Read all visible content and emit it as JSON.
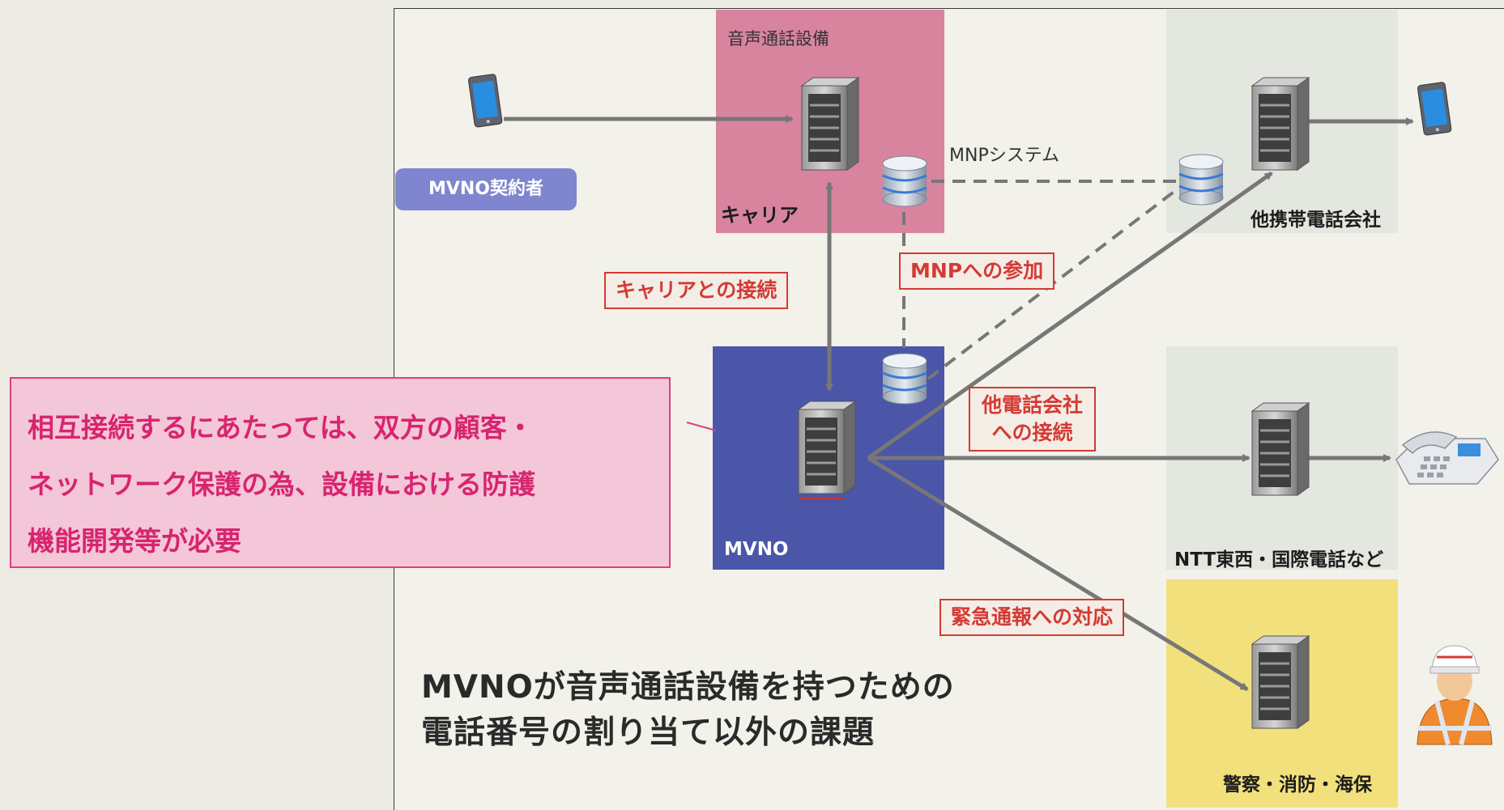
{
  "regions": {
    "carrier": {
      "caption": "音声通話設備",
      "label": "キャリア"
    },
    "mvno": {
      "label": "MVNO"
    },
    "mobile": {
      "label": "他携帯電話会社"
    },
    "ntt": {
      "label": "NTT東西・国際電話など"
    },
    "emergency": {
      "label": "警察・消防・海保"
    }
  },
  "subscriber_label": "MVNO契約者",
  "mnp_system_label": "MNPシステム",
  "red_labels": {
    "carrier_connection": "キャリアとの接続",
    "mnp_participation": "MNPへの参加",
    "other_carrier_line1": "他電話会社",
    "other_carrier_line2": "への接続",
    "emergency_response": "緊急通報への対応"
  },
  "callout": {
    "line1": "相互接続するにあたっては、双方の顧客・",
    "line2": "ネットワーク保護の為、設備における防護",
    "line3": "機能開発等が必要"
  },
  "title": {
    "line1": "MVNOが音声通話設備を持つための",
    "line2": "電話番号の割り当て以外の課題"
  },
  "icons": {
    "subscriber_phone": "smartphone-icon",
    "recipient_phone": "smartphone-icon",
    "servers": "server-rack-icon",
    "mnp_db": "database-icon",
    "landline": "desk-phone-icon",
    "responder": "worker-helmet-icon"
  },
  "colors": {
    "carrier_region": "#d8849f",
    "mvno_region": "#4b56a8",
    "partner_region": "#e3e7df",
    "emergency_region": "#f2e07d",
    "red_label": "#d43a34",
    "callout_text": "#d8246e",
    "callout_border": "#dd3f7e",
    "subscriber_pill": "#7f86cf",
    "arrow": "#777777"
  }
}
